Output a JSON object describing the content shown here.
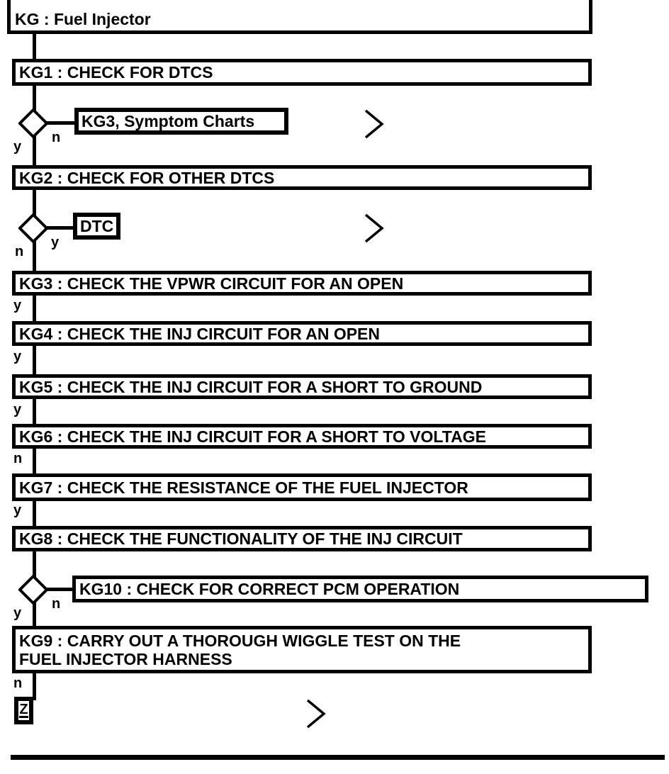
{
  "title": {
    "label": "KG : Fuel Injector"
  },
  "steps": {
    "kg1": {
      "label": "KG1 : CHECK FOR DTCS"
    },
    "kg2": {
      "label": "KG2 : CHECK FOR OTHER DTCS"
    },
    "kg3": {
      "label": "KG3 : CHECK THE VPWR CIRCUIT FOR AN OPEN"
    },
    "kg4": {
      "label": "KG4 : CHECK THE INJ CIRCUIT FOR AN OPEN"
    },
    "kg5": {
      "label": "KG5 : CHECK THE INJ CIRCUIT FOR A SHORT TO GROUND"
    },
    "kg6": {
      "label": "KG6 : CHECK THE INJ CIRCUIT FOR A SHORT TO VOLTAGE"
    },
    "kg7": {
      "label": "KG7 : CHECK THE RESISTANCE OF THE FUEL INJECTOR"
    },
    "kg8": {
      "label": "KG8 : CHECK THE FUNCTIONALITY OF THE INJ CIRCUIT"
    },
    "kg9": {
      "line1": "KG9 : CARRY OUT A THOROUGH WIGGLE TEST ON THE",
      "line2": "FUEL INJECTOR HARNESS"
    },
    "kg10": {
      "label": "KG10 : CHECK FOR CORRECT PCM OPERATION"
    }
  },
  "branches": {
    "after_kg1": {
      "yes_label": "y",
      "no_label": "n",
      "target_label": "KG3, Symptom Charts"
    },
    "after_kg2": {
      "yes_label": "y",
      "no_label": "n",
      "target_label": "DTC"
    },
    "after_kg8": {
      "yes_label": "y",
      "no_label": "n"
    }
  },
  "step_results": {
    "kg3_out": "y",
    "kg4_out": "y",
    "kg5_out": "y",
    "kg6_out": "n",
    "kg7_out": "y",
    "kg9_out": "n"
  },
  "terminal": {
    "label": "Z"
  },
  "colors": {
    "ink": "#000000",
    "background": "#ffffff"
  }
}
